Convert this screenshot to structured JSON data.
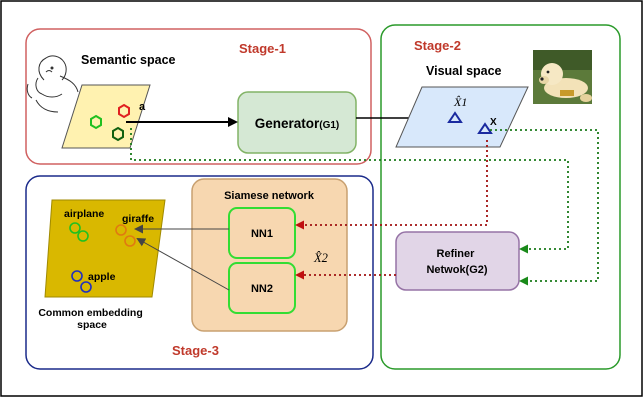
{
  "stage1": {
    "label": "Stage-1",
    "semantic_space_label": "Semantic space",
    "point_label": "a"
  },
  "stage2": {
    "label": "Stage-2",
    "visual_space_label": "Visual space",
    "xhat1_label": "X̂1",
    "x_label": "X"
  },
  "stage3": {
    "label": "Stage-3",
    "siamese_label": "Siamese network",
    "nn1_label": "NN1",
    "nn2_label": "NN2",
    "xhat2_label": "X̂2"
  },
  "generator": {
    "label": "Generator",
    "sublabel": "(G1)"
  },
  "refiner": {
    "label_line1": "Refiner",
    "label_line2": "Netwok(G2)"
  },
  "embedding": {
    "words": {
      "airplane": "airplane",
      "giraffe": "giraffe",
      "apple": "apple"
    },
    "caption_line1": "Common embedding",
    "caption_line2": "space"
  },
  "colors": {
    "stage1_border": "#d06060",
    "stage2_border": "#2a9a2a",
    "stage3_border": "#1a2a8a",
    "stage_text": "#c0392b",
    "generator_fill": "#d5e8d4",
    "generator_border": "#82b366",
    "siamese_fill": "#f7d7b0",
    "nn_border": "#33dd33",
    "refiner_fill": "#e1d5e7",
    "refiner_border": "#9673a6",
    "semantic_fill": "#fff2b0",
    "visual_fill": "#d8e8fb",
    "embedding_fill": "#d9b800",
    "dotted_red": "#a01010",
    "dotted_green": "#1a7a1a"
  }
}
